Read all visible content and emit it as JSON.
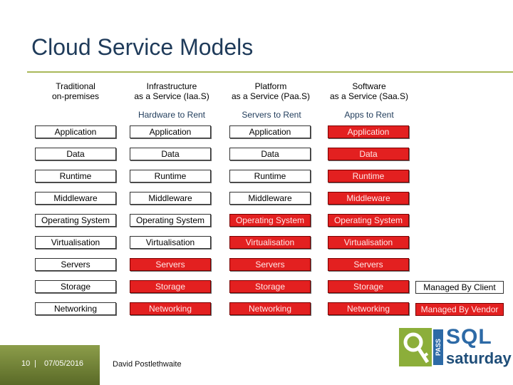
{
  "slide": {
    "title": "Cloud Service Models",
    "author": "David Postlethwaite",
    "page_number": "10",
    "separator": "|",
    "date": "07/05/2016"
  },
  "columns": [
    {
      "line1": "Traditional",
      "line2": "on-premises",
      "subheading": ""
    },
    {
      "line1": "Infrastructure",
      "line2": "as a Service (Iaa.S)",
      "subheading": "Hardware to Rent"
    },
    {
      "line1": "Platform",
      "line2": "as a Service (Paa.S)",
      "subheading": "Servers to Rent"
    },
    {
      "line1": "Software",
      "line2": "as a Service (Saa.S)",
      "subheading": "Apps to Rent"
    }
  ],
  "rows": [
    "Application",
    "Data",
    "Runtime",
    "Middleware",
    "Operating System",
    "Virtualisation",
    "Servers",
    "Storage",
    "Networking"
  ],
  "vendor_managed_from_row": [
    9,
    6,
    4,
    0
  ],
  "legend": {
    "client": "Managed By Client",
    "vendor": "Managed By Vendor"
  },
  "logo": {
    "pass": "PASS",
    "sql": "SQL",
    "saturday": "saturday"
  },
  "colors": {
    "vendor": "#e32020",
    "accent": "#a9b85a",
    "title": "#1f3b5a"
  }
}
